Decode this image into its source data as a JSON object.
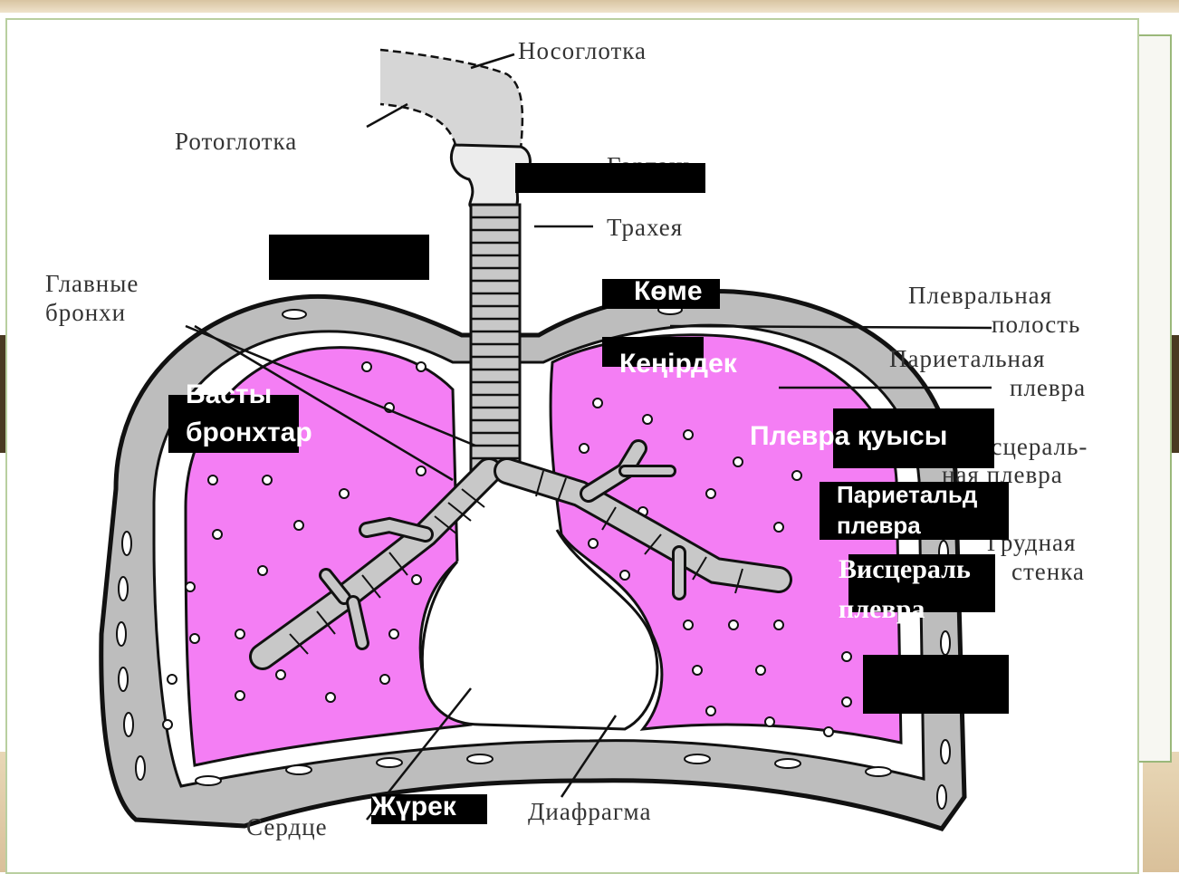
{
  "labels_ru": {
    "nasopharynx": "Носоглотка",
    "oropharynx": "Ротоглотка",
    "larynx": "Гортань",
    "trachea": "Трахея",
    "main_bronchi_1": "Главные",
    "main_bronchi_2": "бронхи",
    "pleural_cavity_1": "Плевральная",
    "pleural_cavity_2": "полость",
    "parietal_pleura_1": "Париетальная",
    "parietal_pleura_2": "плевра",
    "visceral_pleura_1": "Висцераль-",
    "visceral_pleura_2": "ная плевра",
    "chest_wall_1": "Грудная",
    "chest_wall_2": "стенка",
    "heart": "Сердце",
    "diaphragm": "Диафрагма"
  },
  "labels_kz": {
    "trachea": "Көме",
    "bronchus": "Кеңірдек",
    "main_bronchi_1": "Басты",
    "main_bronchi_2": "бронхтар",
    "pleural_cavity": "Плевра қуысы",
    "parietal_pleura_1": "Париетальд",
    "parietal_pleura_2": "плевра",
    "visceral_pleura_1": "Висцераль",
    "visceral_pleura_2": "плевра",
    "heart": "Жүрек"
  },
  "colors": {
    "lung_fill": "#f47ef4",
    "outline": "#111111",
    "pleura_gray": "#b5b5b5",
    "label_box": "#000000",
    "label_text": "#ffffff"
  }
}
